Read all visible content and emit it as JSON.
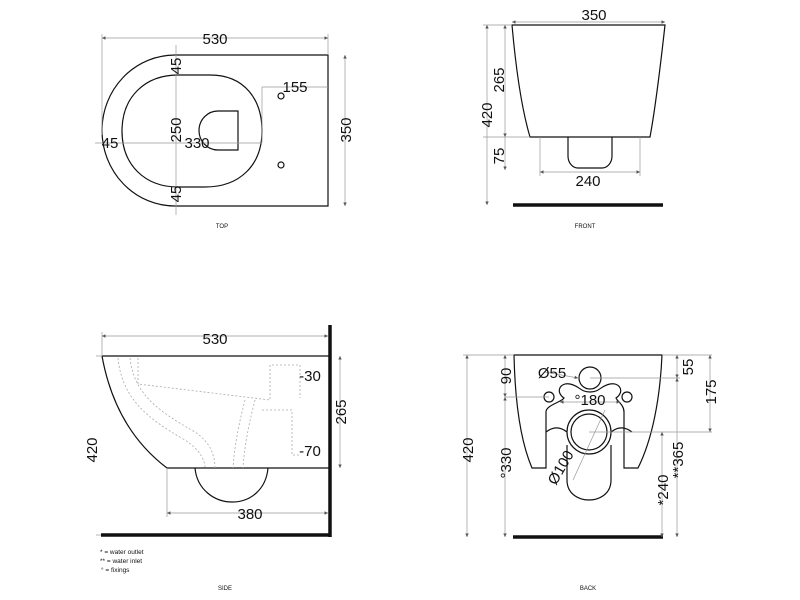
{
  "views": {
    "top": {
      "label": "TOP",
      "dims": {
        "length": "530",
        "width": "350",
        "rim_top": "45",
        "rim_bottom": "45",
        "rim_left": "45",
        "inner_width": "250",
        "inner_length": "330",
        "fixing_offset": "155"
      }
    },
    "front": {
      "label": "FRONT",
      "dims": {
        "width": "350",
        "height": "420",
        "body_height": "265",
        "pan_height": "75",
        "pan_width": "240"
      }
    },
    "side": {
      "label": "SIDE",
      "dims": {
        "length": "530",
        "height": "420",
        "body_height": "265",
        "inlet_offset": "-30",
        "outlet_offset": "-70",
        "base_length": "380"
      }
    },
    "back": {
      "label": "BACK",
      "dims": {
        "height": "420",
        "fixing_top": "90",
        "fixing_height": "°330",
        "inlet_dia": "Ø55",
        "fixing_spacing": "°180",
        "outlet_dia": "Ø100",
        "inlet_top": "55",
        "outlet_top": "175",
        "inlet_height": "**365",
        "outlet_height": "*240"
      }
    }
  },
  "legend": [
    "* = water outlet",
    "** = water inlet",
    "° = fixings"
  ]
}
